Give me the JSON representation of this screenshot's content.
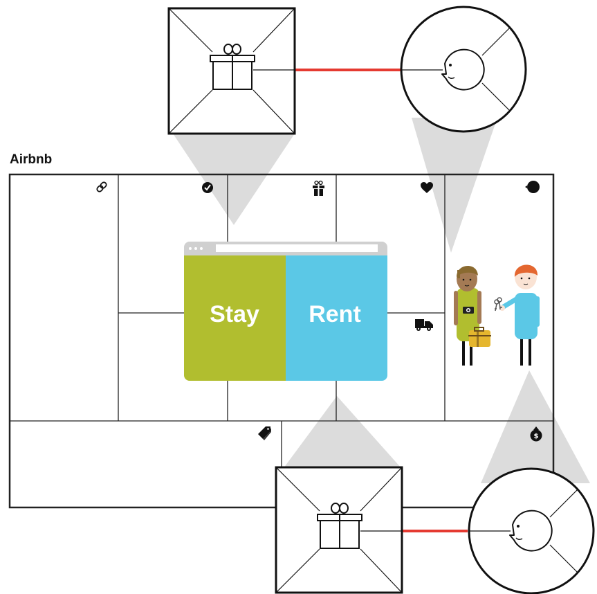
{
  "canvas": {
    "title": "Airbnb"
  },
  "browser_mockup": {
    "left_tab_label": "Stay",
    "right_tab_label": "Rent",
    "left_tab_color": "#b1be2f",
    "right_tab_color": "#5bc8e6",
    "chrome_color": "#d0d0d0"
  },
  "connector_color": "#e53a31",
  "block_icons": [
    "link-icon",
    "check-circle-icon",
    "gift-icon",
    "heart-icon",
    "customer-face-icon",
    "truck-icon",
    "price-tag-icon",
    "money-bag-icon"
  ],
  "zoom_callouts": [
    "value-proposition-zoom-top",
    "customer-segment-zoom-top",
    "value-proposition-zoom-bottom",
    "customer-segment-zoom-bottom"
  ]
}
